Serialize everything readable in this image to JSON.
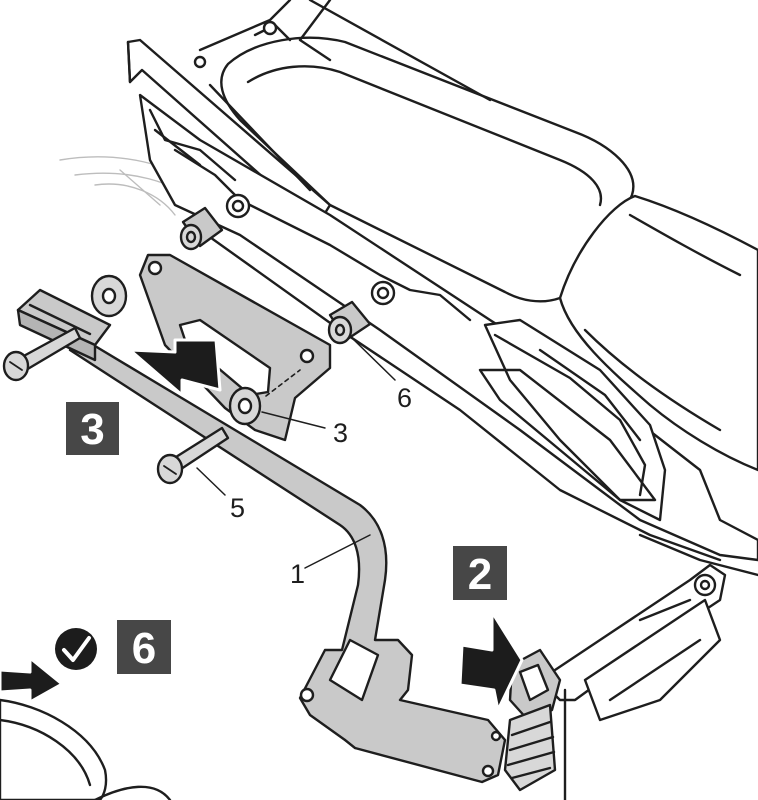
{
  "steps": [
    {
      "number": "3"
    },
    {
      "number": "2"
    },
    {
      "number": "6"
    }
  ],
  "part_labels": [
    "1",
    "3",
    "5",
    "6"
  ],
  "colors": {
    "step_box": "#474747",
    "bracket_fill": "#c9c9c9",
    "arrow_fill": "#1c1c1c",
    "line": "#1e1e1e",
    "background": "#ffffff"
  },
  "icons": [
    "checkmark-icon",
    "arrow-right-icon"
  ]
}
